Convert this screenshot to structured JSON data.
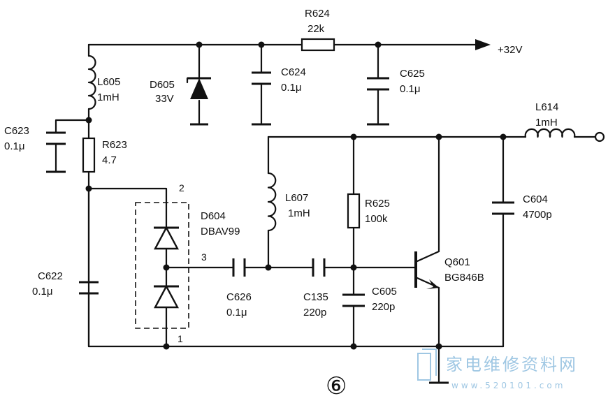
{
  "components": {
    "r624": {
      "ref": "R624",
      "value": "22k"
    },
    "l605": {
      "ref": "L605",
      "value": "1mH"
    },
    "d605": {
      "ref": "D605",
      "value": "33V"
    },
    "c624": {
      "ref": "C624",
      "value": "0.1μ"
    },
    "c625": {
      "ref": "C625",
      "value": "0.1μ"
    },
    "c623": {
      "ref": "C623",
      "value": "0.1μ"
    },
    "r623": {
      "ref": "R623",
      "value": "4.7"
    },
    "l614": {
      "ref": "L614",
      "value": "1mH"
    },
    "d604": {
      "ref": "D604",
      "value": "DBAV99"
    },
    "l607": {
      "ref": "L607",
      "value": "1mH"
    },
    "r625": {
      "ref": "R625",
      "value": "100k"
    },
    "c604": {
      "ref": "C604",
      "value": "4700p"
    },
    "c622": {
      "ref": "C622",
      "value": "0.1μ"
    },
    "c626": {
      "ref": "C626",
      "value": "0.1μ"
    },
    "c135": {
      "ref": "C135",
      "value": "220p"
    },
    "c605": {
      "ref": "C605",
      "value": "220p"
    },
    "q601": {
      "ref": "Q601",
      "value": "BG846B"
    }
  },
  "supply_label": "+32V",
  "pins": {
    "p1": "1",
    "p2": "2",
    "p3": "3"
  },
  "figure_number": "⑥",
  "watermark": {
    "title": "家电维修资料网",
    "url": "www.520101.com"
  }
}
